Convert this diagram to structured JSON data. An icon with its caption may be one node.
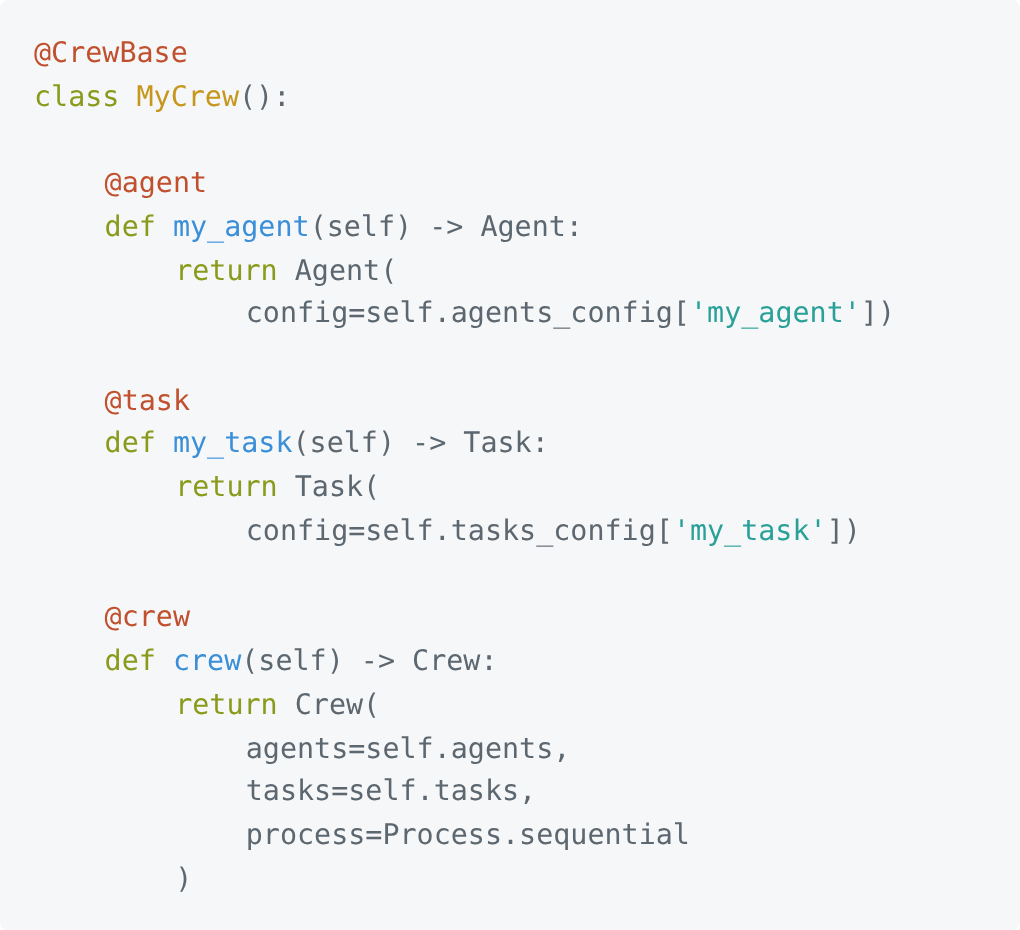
{
  "diagram": {
    "labels": [
      "@CrewBase",
      "class MyCrew():",
      "@agent",
      "def my_agent(self) -> Agent:",
      "return Agent(",
      "config=self.agents_config['my_agent'])",
      "@task",
      "def my_task(self) -> Task:",
      "return Task(",
      "config=self.tasks_config['my_task'])",
      "@crew",
      "def crew(self) -> Crew:",
      "return Crew(",
      "agents=self.agents,",
      "tasks=self.tasks,",
      "process=Process.sequential",
      ")"
    ]
  }
}
